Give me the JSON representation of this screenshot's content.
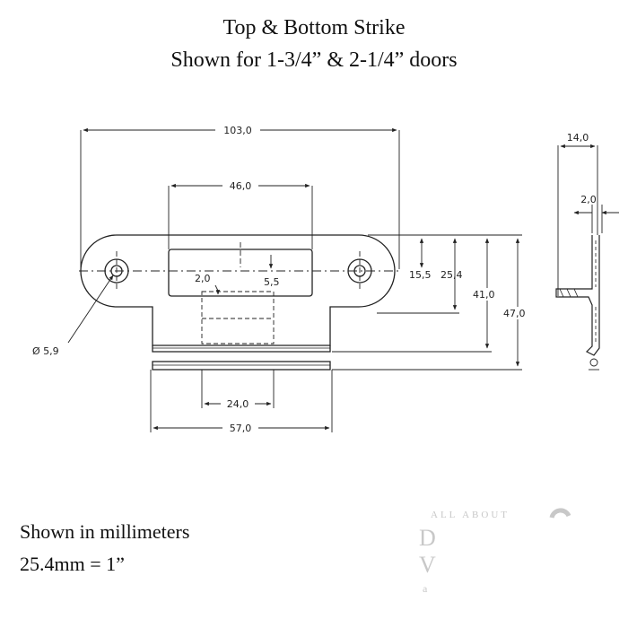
{
  "title": {
    "line1": "Top & Bottom Strike",
    "line2": "Shown for 1-3/4” & 2-1/4” doors"
  },
  "footer": {
    "units_note": "Shown in millimeters",
    "conversion": "25.4mm = 1”"
  },
  "dimensions": {
    "overall_length": "103,0",
    "slot_length": "46,0",
    "hole_diameter": "Ø 5,9",
    "offset_small": "2,0",
    "offset_center": "5,5",
    "hole_to_edge": "15,5",
    "hole_to_lip": "25,4",
    "height_inner": "41,0",
    "height_total": "47,0",
    "tongue_width": "24,0",
    "lip_width": "57,0",
    "side_depth": "14,0",
    "side_thickness": "2,0"
  },
  "watermark": {
    "text": "ALL ABOUT",
    "letters": [
      "D",
      "V",
      "a"
    ]
  },
  "colors": {
    "line": "#222222",
    "background": "#ffffff",
    "watermark": "#c8c8c8"
  }
}
